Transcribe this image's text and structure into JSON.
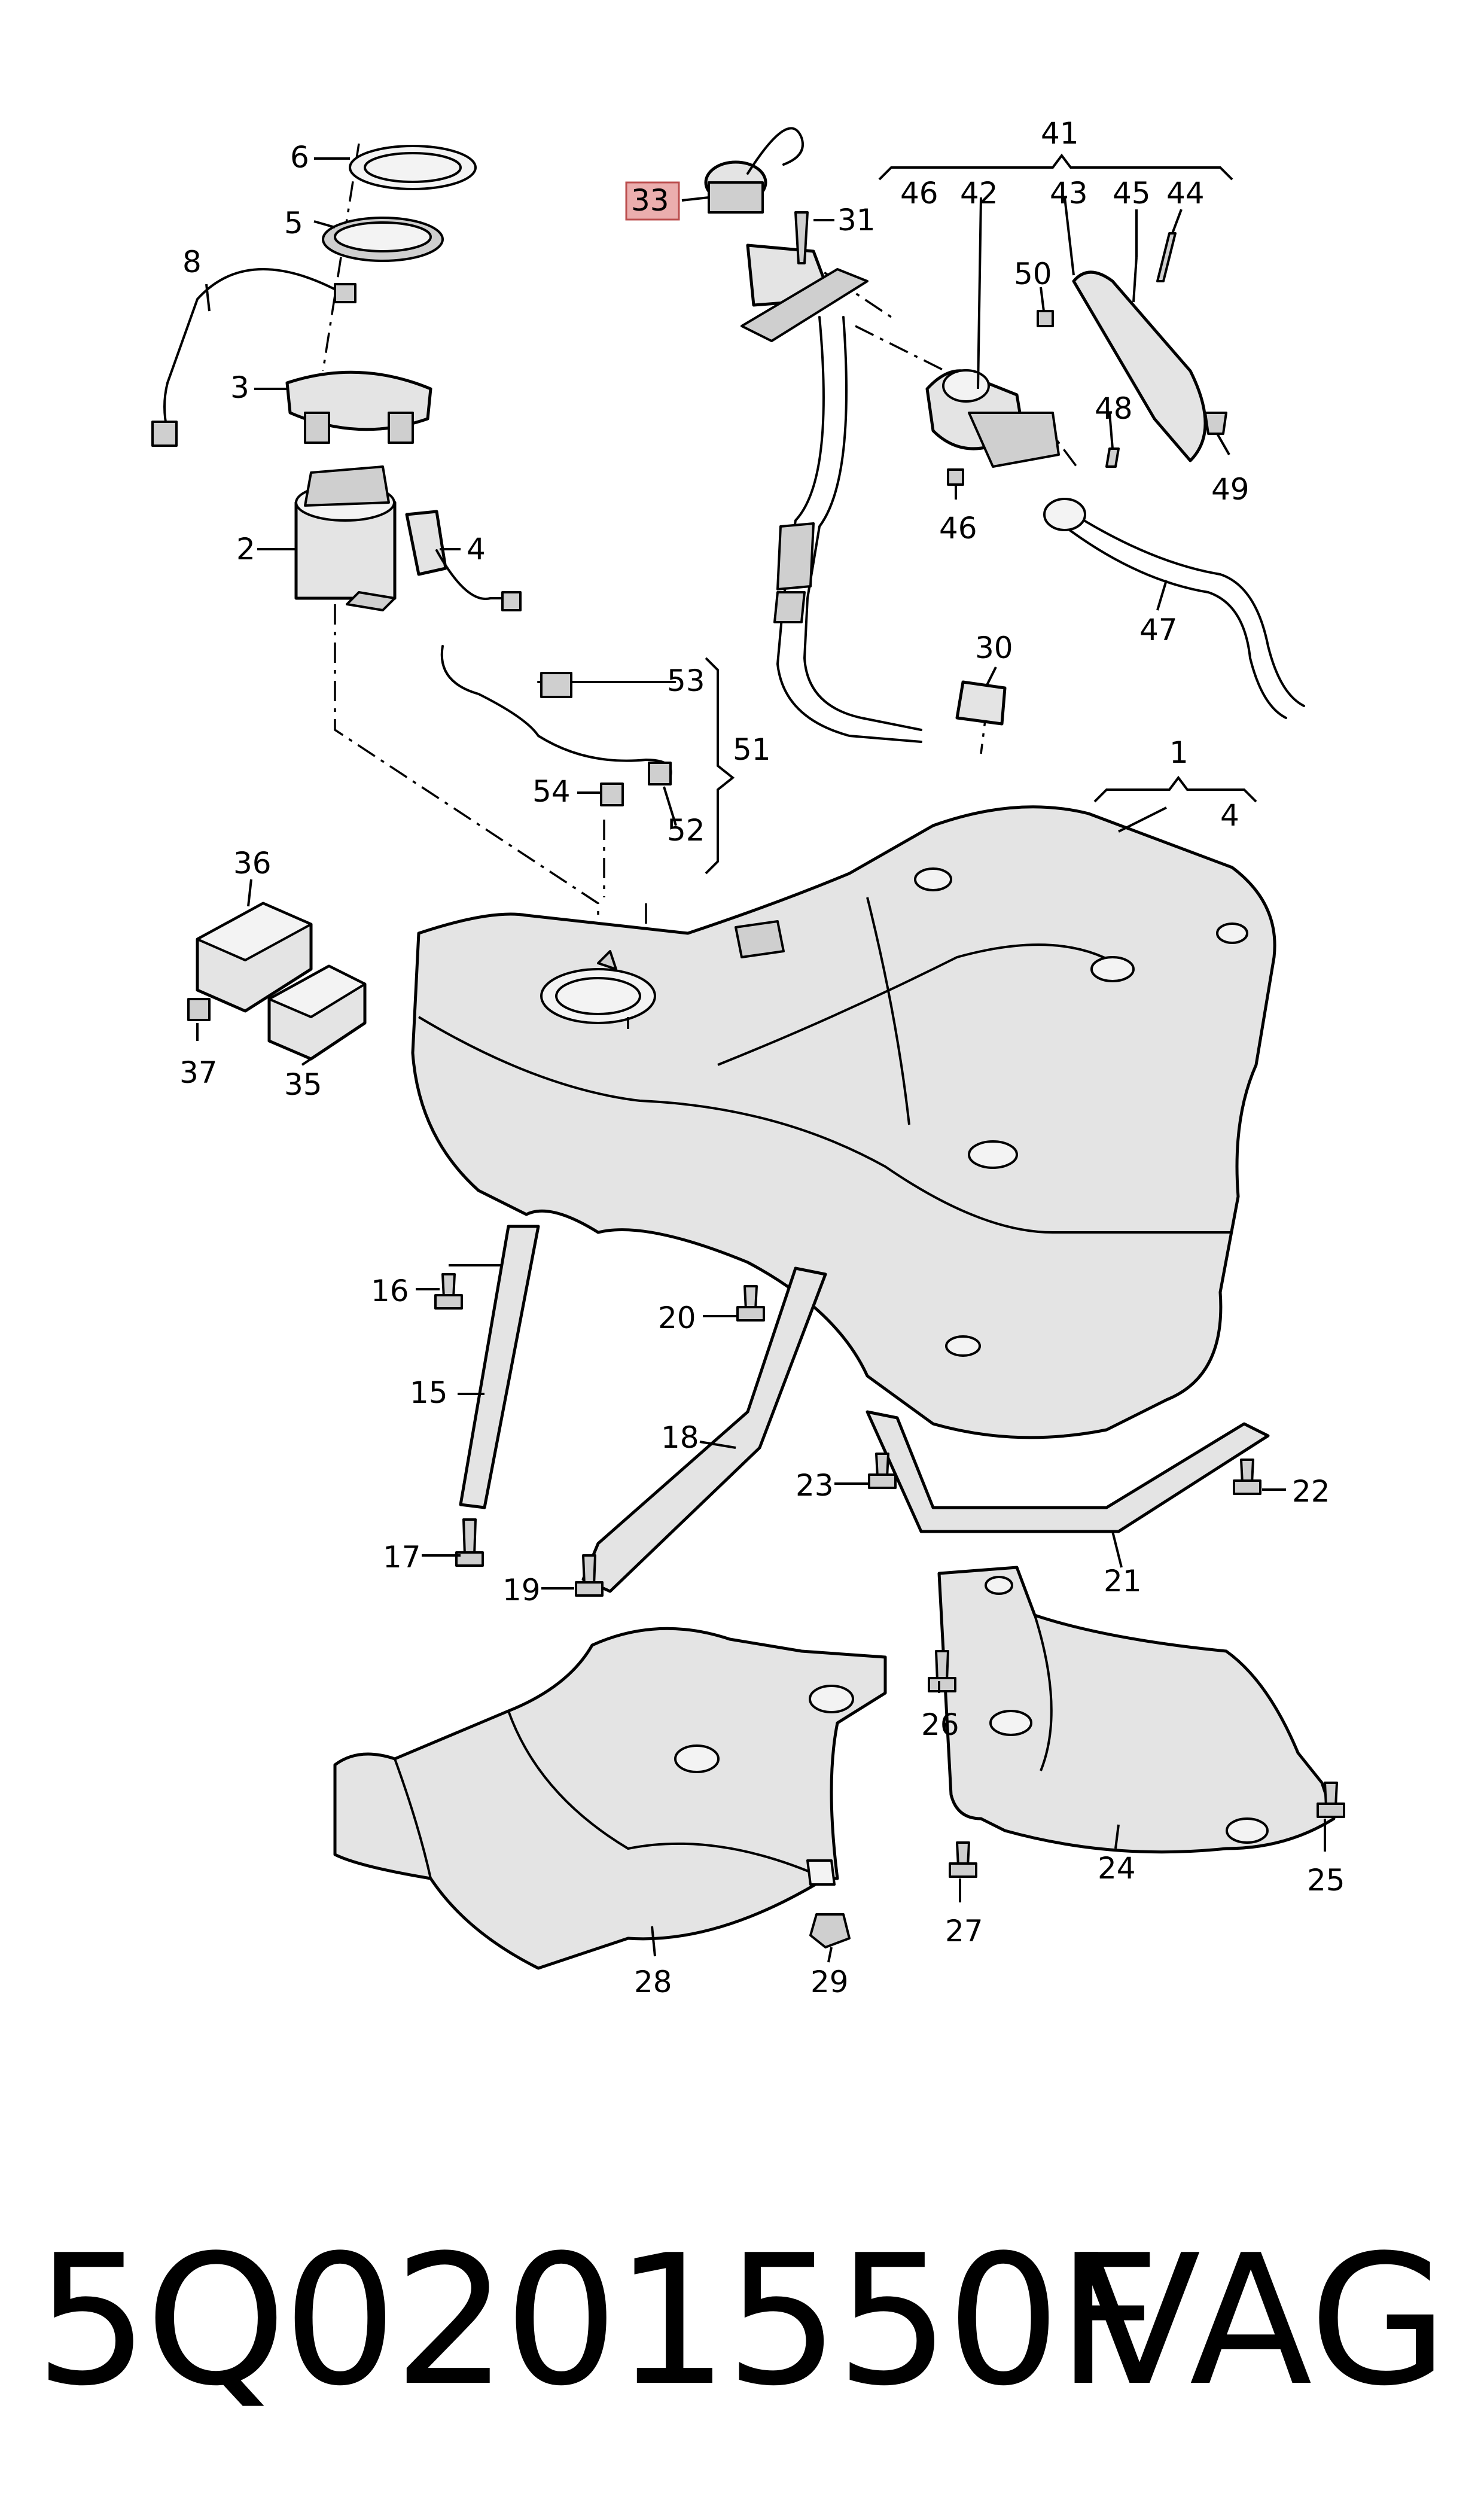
{
  "footer": {
    "part_number": "5Q0201550F",
    "brand": "VAG"
  },
  "highlight_color": "#e8a0a0",
  "callouts": {
    "c1": "1",
    "c2": "2",
    "c3": "3",
    "c4a": "4",
    "c4b": "4",
    "c5": "5",
    "c6": "6",
    "c8": "8",
    "c15": "15",
    "c16": "16",
    "c17": "17",
    "c18": "18",
    "c19": "19",
    "c20": "20",
    "c21": "21",
    "c22": "22",
    "c23": "23",
    "c24": "24",
    "c25": "25",
    "c26": "26",
    "c27": "27",
    "c28": "28",
    "c29": "29",
    "c30": "30",
    "c31": "31",
    "c33": "33",
    "c35": "35",
    "c36": "36",
    "c37": "37",
    "c41": "41",
    "c42": "42",
    "c43": "43",
    "c44": "44",
    "c45": "45",
    "c46a": "46",
    "c46b": "46",
    "c47": "47",
    "c48": "48",
    "c49": "49",
    "c50": "50",
    "c51": "51",
    "c52": "52",
    "c53": "53",
    "c54": "54"
  }
}
